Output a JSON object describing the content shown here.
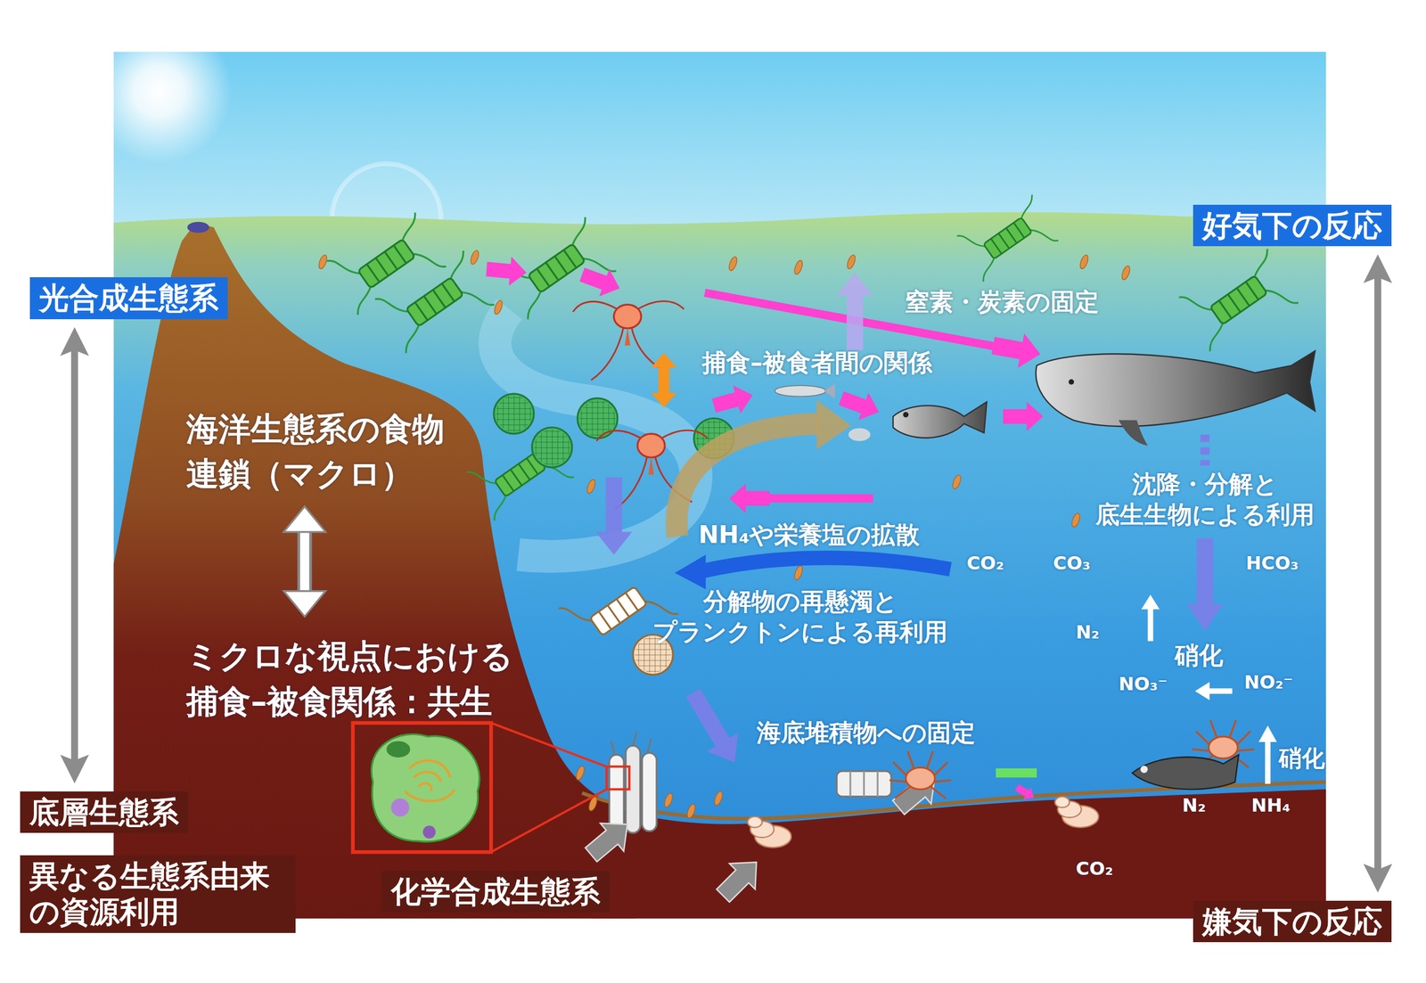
{
  "diagram": {
    "nodes": [
      {
        "text": [
          "好気下の反応"
        ]
      },
      {
        "text": [
          "光合成生態系"
        ]
      },
      {
        "text": [
          "底層生態系"
        ]
      },
      {
        "text": [
          "異なる生態系由来 の資源利用"
        ]
      },
      {
        "text": [
          "化学合成生態系"
        ]
      },
      {
        "text": [
          "嫌気下の反応"
        ]
      }
    ],
    "edges": [
      {
        "from": 1,
        "to": 2,
        "arrow": "both"
      },
      {
        "from": 0,
        "to": 5,
        "arrow": "both"
      }
    ],
    "labels": [
      "窒素・炭素の固定",
      "捕食–被食者間の関係",
      "海洋生態系の食物 連鎖（マクロ）",
      "沈降・分解と 底生生物による利用",
      "NH₄や栄養塩の拡散",
      "CO₂",
      "CO₃",
      "HCO₃",
      "分解物の再懸濁と プランクトンによる再利用",
      "N₂",
      "硝化",
      "ミクロな視点における 捕食–被食関係：共生",
      "NO₃⁻",
      "NO₂⁻",
      "海底堆積物への固定",
      "硝化",
      "N₂",
      "NH₄",
      "CO₂"
    ]
  }
}
